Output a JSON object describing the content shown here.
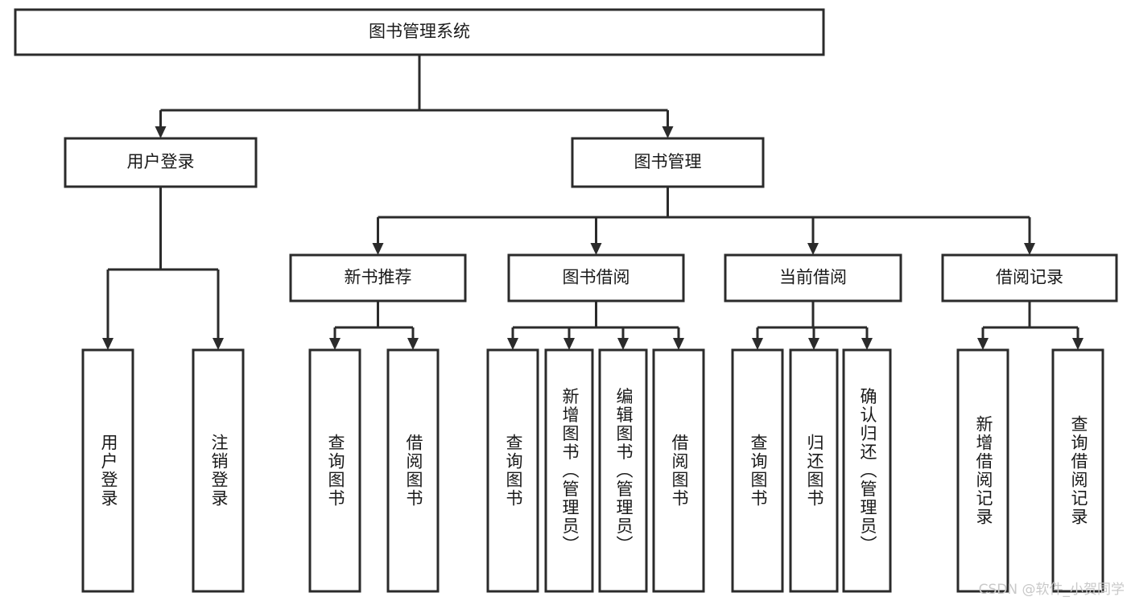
{
  "diagram": {
    "type": "tree-hierarchy",
    "title": "图书管理系统",
    "orientation": "top-down",
    "colors": {
      "box_stroke": "#2b2b2b",
      "box_fill": "#ffffff",
      "text": "#1a1a1a",
      "background": "#ffffff",
      "watermark": "#c9c9c9"
    },
    "root": {
      "label": "图书管理系统"
    },
    "level2": [
      {
        "label": "用户登录"
      },
      {
        "label": "图书管理"
      }
    ],
    "level3": [
      {
        "label": "新书推荐"
      },
      {
        "label": "图书借阅"
      },
      {
        "label": "当前借阅"
      },
      {
        "label": "借阅记录"
      }
    ],
    "leaf_groups": [
      {
        "parent": "用户登录",
        "leaves": [
          {
            "label": "用户登录"
          },
          {
            "label": "注销登录"
          }
        ]
      },
      {
        "parent": "新书推荐",
        "leaves": [
          {
            "label": "查询图书"
          },
          {
            "label": "借阅图书"
          }
        ]
      },
      {
        "parent": "图书借阅",
        "leaves": [
          {
            "label": "查询图书"
          },
          {
            "label": "新增图书（管理员）"
          },
          {
            "label": "编辑图书（管理员）"
          },
          {
            "label": "借阅图书"
          }
        ]
      },
      {
        "parent": "当前借阅",
        "leaves": [
          {
            "label": "查询图书"
          },
          {
            "label": "归还图书"
          },
          {
            "label": "确认归还（管理员）"
          }
        ]
      },
      {
        "parent": "借阅记录",
        "leaves": [
          {
            "label": "新增借阅记录"
          },
          {
            "label": "查询借阅记录"
          }
        ]
      }
    ]
  },
  "watermark": {
    "text": "CSDN @软件_小贺同学"
  }
}
